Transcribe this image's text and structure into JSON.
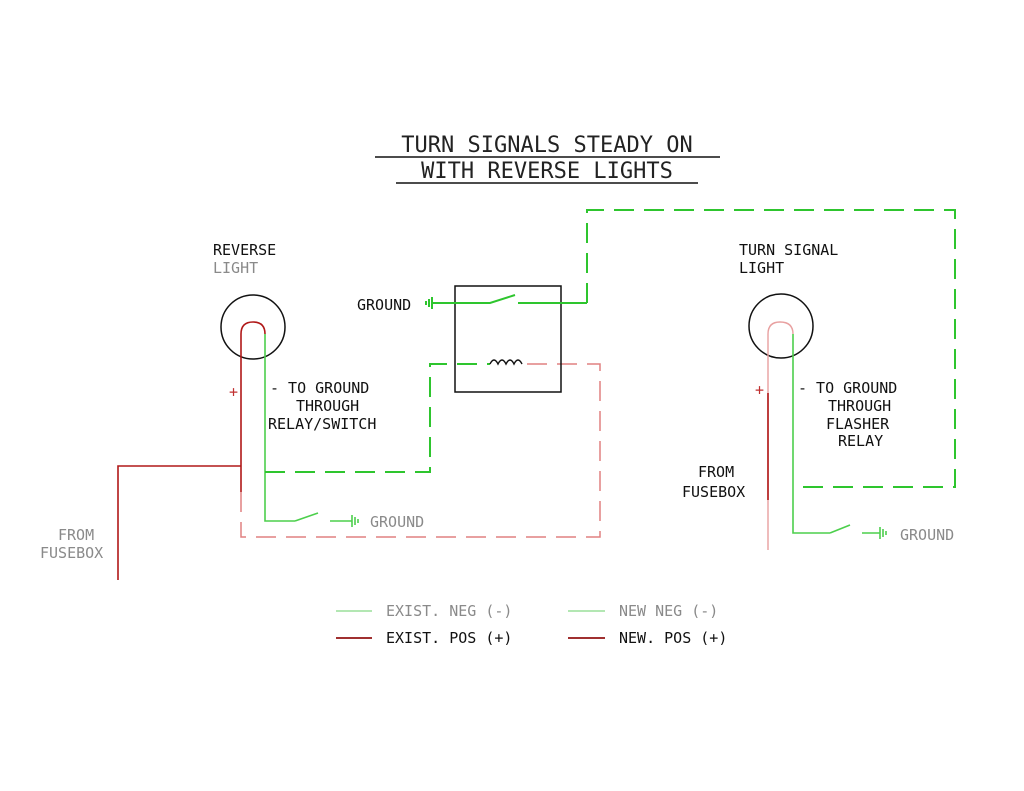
{
  "title": {
    "line1": "TURN SIGNALS STEADY ON",
    "line2": "WITH REVERSE LIGHTS"
  },
  "reverse_light": {
    "label1": "REVERSE",
    "label2": "LIGHT",
    "plus": "+",
    "neg1": "- TO GROUND",
    "neg2": "THROUGH",
    "neg3": "RELAY/SWITCH",
    "from1": "FROM",
    "from2": "FUSEBOX",
    "ground": "GROUND"
  },
  "relay": {
    "ground": "GROUND"
  },
  "turn_signal": {
    "label1": "TURN SIGNAL",
    "label2": "LIGHT",
    "plus": "+",
    "neg1": "- TO GROUND",
    "neg2": "THROUGH",
    "neg3": "FLASHER",
    "neg4": "RELAY",
    "from1": "FROM",
    "from2": "FUSEBOX",
    "ground": "GROUND"
  },
  "legend": [
    {
      "label": "EXIST. NEG (-)",
      "color": "#7ed67e"
    },
    {
      "label": "NEW NEG (-)",
      "color": "#7ed67e"
    },
    {
      "label": "EXIST. POS (+)",
      "color": "#b01818"
    },
    {
      "label": "NEW. POS (+)",
      "color": "#b01818"
    }
  ]
}
